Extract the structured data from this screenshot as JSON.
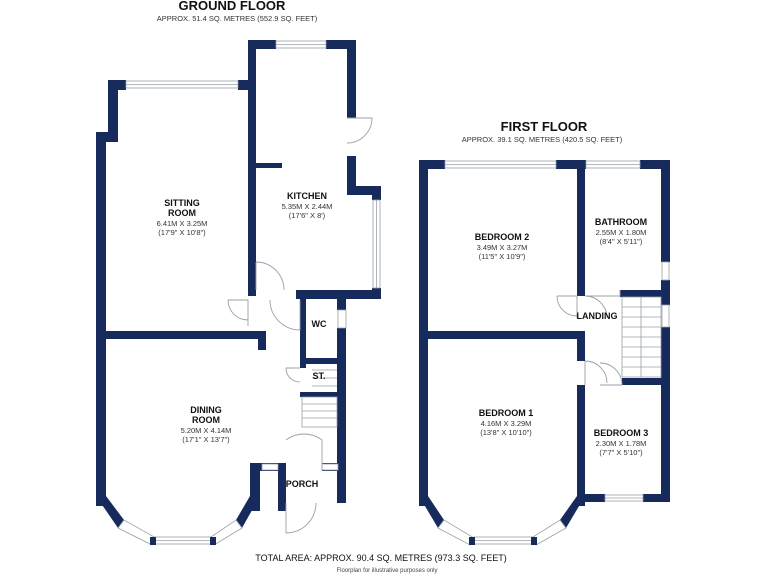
{
  "ground_floor": {
    "title": "GROUND FLOOR",
    "area": "APPROX. 51.4 SQ. METRES (552.9 SQ. FEET)",
    "rooms": {
      "sitting": {
        "name": "SITTING",
        "name2": "ROOM",
        "dim_m": "6.41M X 3.25M",
        "dim_ft": "(17'9\" X 10'8\")"
      },
      "kitchen": {
        "name": "KITCHEN",
        "dim_m": "5.35M X 2.44M",
        "dim_ft": "(17'6\" X 8')"
      },
      "dining": {
        "name": "DINING",
        "name2": "ROOM",
        "dim_m": "5.20M X 4.14M",
        "dim_ft": "(17'1\" X 13'7\")"
      },
      "wc": {
        "name": "WC"
      },
      "store": {
        "name": "ST."
      },
      "porch": {
        "name": "PORCH"
      }
    }
  },
  "first_floor": {
    "title": "FIRST FLOOR",
    "area": "APPROX. 39.1 SQ. METRES (420.5 SQ. FEET)",
    "rooms": {
      "bedroom2": {
        "name": "BEDROOM 2",
        "dim_m": "3.49M X 3.27M",
        "dim_ft": "(11'5\" X 10'9\")"
      },
      "bathroom": {
        "name": "BATHROOM",
        "dim_m": "2.55M X 1.80M",
        "dim_ft": "(8'4\" X 5'11\")"
      },
      "landing": {
        "name": "LANDING"
      },
      "bedroom1": {
        "name": "BEDROOM 1",
        "dim_m": "4.16M X 3.29M",
        "dim_ft": "(13'8\" X 10'10\")"
      },
      "bedroom3": {
        "name": "BEDROOM 3",
        "dim_m": "2.30M X 1.78M",
        "dim_ft": "(7'7\" X 5'10\")"
      }
    }
  },
  "footer": {
    "total": "TOTAL AREA: APPROX. 90.4 SQ. METRES (973.3 SQ. FEET)",
    "note": "Floorplan for illustrative purposes only"
  }
}
